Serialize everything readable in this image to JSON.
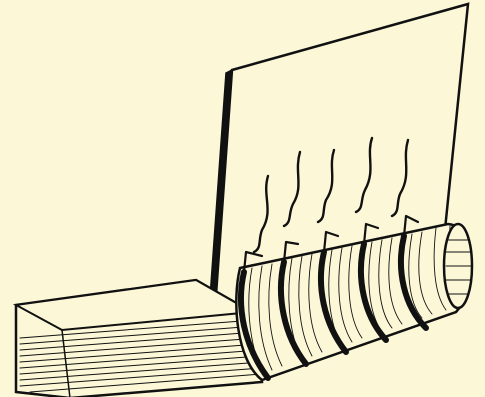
{
  "illustration": {
    "background_color": "#fbf7d7",
    "ink_color": "#111111",
    "parts": [
      "board",
      "book-block",
      "spine-bands",
      "binding-threads"
    ]
  }
}
